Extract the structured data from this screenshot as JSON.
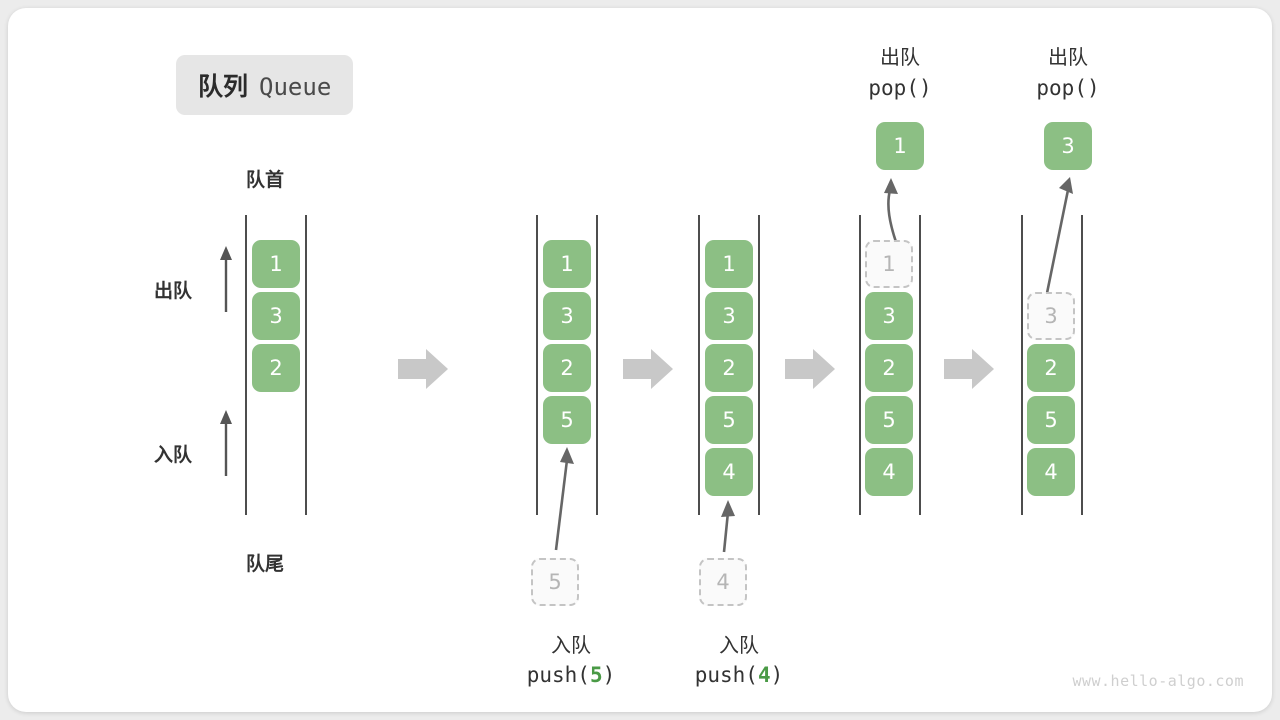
{
  "title": {
    "cn": "队列",
    "en": "Queue"
  },
  "labels": {
    "head": "队首",
    "tail": "队尾",
    "dequeue": "出队",
    "enqueue": "入队"
  },
  "colors": {
    "cell_fill": "#8cbf84",
    "cell_text": "#ffffff",
    "ghost_border": "#c4c4c4",
    "ghost_text": "#b5b5b5",
    "rail": "#4d4d4d",
    "step_arrow": "#c8c8c8",
    "accent_code_number": "#4a9a46",
    "card_bg": "#ffffff",
    "page_bg": "#ececec"
  },
  "steps": [
    {
      "id": "initial",
      "cells": [
        {
          "value": "1",
          "state": "filled"
        },
        {
          "value": "3",
          "state": "filled"
        },
        {
          "value": "2",
          "state": "filled"
        }
      ],
      "side_labels": {
        "top": "出队",
        "bottom": "入队"
      },
      "head_label": "队首",
      "tail_label": "队尾"
    },
    {
      "id": "push-5",
      "cells": [
        {
          "value": "1",
          "state": "filled"
        },
        {
          "value": "3",
          "state": "filled"
        },
        {
          "value": "2",
          "state": "filled"
        },
        {
          "value": "5",
          "state": "filled"
        }
      ],
      "incoming": {
        "value": "5",
        "state": "ghost"
      },
      "caption_cn": "入队",
      "caption_code_prefix": "push(",
      "caption_code_number": "5",
      "caption_code_suffix": ")"
    },
    {
      "id": "push-4",
      "cells": [
        {
          "value": "1",
          "state": "filled"
        },
        {
          "value": "3",
          "state": "filled"
        },
        {
          "value": "2",
          "state": "filled"
        },
        {
          "value": "5",
          "state": "filled"
        },
        {
          "value": "4",
          "state": "filled"
        }
      ],
      "incoming": {
        "value": "4",
        "state": "ghost"
      },
      "caption_cn": "入队",
      "caption_code_prefix": "push(",
      "caption_code_number": "4",
      "caption_code_suffix": ")"
    },
    {
      "id": "pop-1",
      "cells": [
        {
          "value": "1",
          "state": "ghost"
        },
        {
          "value": "3",
          "state": "filled"
        },
        {
          "value": "2",
          "state": "filled"
        },
        {
          "value": "5",
          "state": "filled"
        },
        {
          "value": "4",
          "state": "filled"
        }
      ],
      "popped": {
        "value": "1",
        "state": "filled"
      },
      "caption_cn": "出队",
      "caption_code": "pop()"
    },
    {
      "id": "pop-3",
      "cells": [
        {
          "value": "",
          "state": "empty"
        },
        {
          "value": "3",
          "state": "ghost"
        },
        {
          "value": "2",
          "state": "filled"
        },
        {
          "value": "5",
          "state": "filled"
        },
        {
          "value": "4",
          "state": "filled"
        }
      ],
      "popped": {
        "value": "3",
        "state": "filled"
      },
      "caption_cn": "出队",
      "caption_code": "pop()"
    }
  ],
  "watermark": "www.hello-algo.com"
}
